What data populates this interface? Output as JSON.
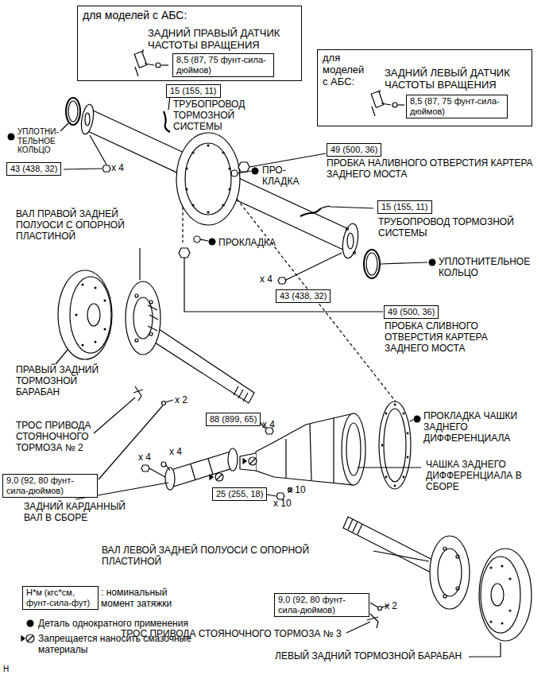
{
  "diagram": {
    "nodes": [
      {
        "text": [
          "для моделей с АБС:",
          "ЗАДНИЙ ПРАВЫЙ ДАТЧИК ЧАСТОТЫ ВРАЩЕНИЯ"
        ]
      },
      {
        "text": [
          "8,5 (87, 75 фунт-сила-дюймов)"
        ],
        "in": 0
      },
      {
        "text": [
          "для моделей с АБС:",
          "ЗАДНИЙ ЛЕВЫЙ ДАТЧИК ЧАСТОТЫ ВРАЩЕНИЯ"
        ]
      },
      {
        "text": [
          "8,5 (87, 75 фунт-сила-дюймов)"
        ],
        "in": 2
      },
      {
        "text": [
          "15 (155, 11)"
        ]
      },
      {
        "text": [
          "49 (500, 36)"
        ]
      },
      {
        "text": [
          "43 (438, 32)"
        ]
      },
      {
        "text": [
          "15 (155, 11)"
        ]
      },
      {
        "text": [
          "43 (438, 32)"
        ]
      },
      {
        "text": [
          "49 (500, 36)"
        ]
      },
      {
        "text": [
          "88 (899, 65)"
        ]
      },
      {
        "text": [
          "9,0 (92, 80 фунт-сила-дюймов)"
        ]
      },
      {
        "text": [
          "25 (255, 18)"
        ]
      },
      {
        "text": [
          "9,0 (92, 80 фунт-сила-дюймов)"
        ]
      },
      {
        "text": [
          "Н*м (кгс*см, фунт-сила-фут)"
        ]
      }
    ],
    "labels": [
      "УПЛОТНИ- ТЕЛЬНОЕ КОЛЬЦО",
      "ТРУБОПРОВОД ТОРМОЗНОЙ СИСТЕМЫ",
      "x 4",
      "ПРОБКА НАЛИВНОГО ОТВЕРСТИЯ КАРТЕРА ЗАДНЕГО МОСТА",
      "ПРО- КЛАДКА",
      "ВАЛ ПРАВОЙ ЗАДНЕЙ ПОЛУОСИ С ОПОРНОЙ ПЛАСТИНОЙ",
      "ТРУБОПРОВОД ТОРМОЗНОЙ СИСТЕМЫ",
      "ПРОКЛАДКА",
      "УПЛОТНИТЕЛЬНОЕ КОЛЬЦО",
      "x 4",
      "ПРОБКА СЛИВНОГО ОТВЕРСТИЯ КАРТЕРА ЗАДНЕГО МОСТА",
      "ПРАВЫЙ ЗАДНИЙ ТОРМОЗНОЙ БАРАБАН",
      "x 2",
      "ТРОС ПРИВОДА СТОЯНОЧНОГО ТОРМОЗА № 2",
      "x 4",
      "ПРОКЛАДКА ЧАШКИ ЗАДНЕГО ДИФФЕРЕНЦИАЛА",
      "x 4",
      "x 4",
      "ЧАШКА ЗАДНЕГО ДИФФЕРЕНЦИАЛА В СБОРЕ",
      "x 10",
      "x 10",
      "ЗАДНИЙ КАРДАННЫЙ ВАЛ В СБОРЕ",
      "ВАЛ ЛЕВОЙ ЗАДНЕЙ ПОЛУОСИ С ОПОРНОЙ ПЛАСТИНОЙ",
      "x 2",
      "ТРОС ПРИВОДА СТОЯНОЧНОГО ТОРМОЗА № 3",
      "ЛЕВЫЙ ЗАДНИЙ ТОРМОЗНОЙ БАРАБАН",
      "H"
    ],
    "legend": [
      {
        "text": ": номинальный момент затяжки"
      },
      {
        "text": "Деталь однократного применения"
      },
      {
        "text": "Запрещается наносить смазочные материалы"
      }
    ]
  }
}
